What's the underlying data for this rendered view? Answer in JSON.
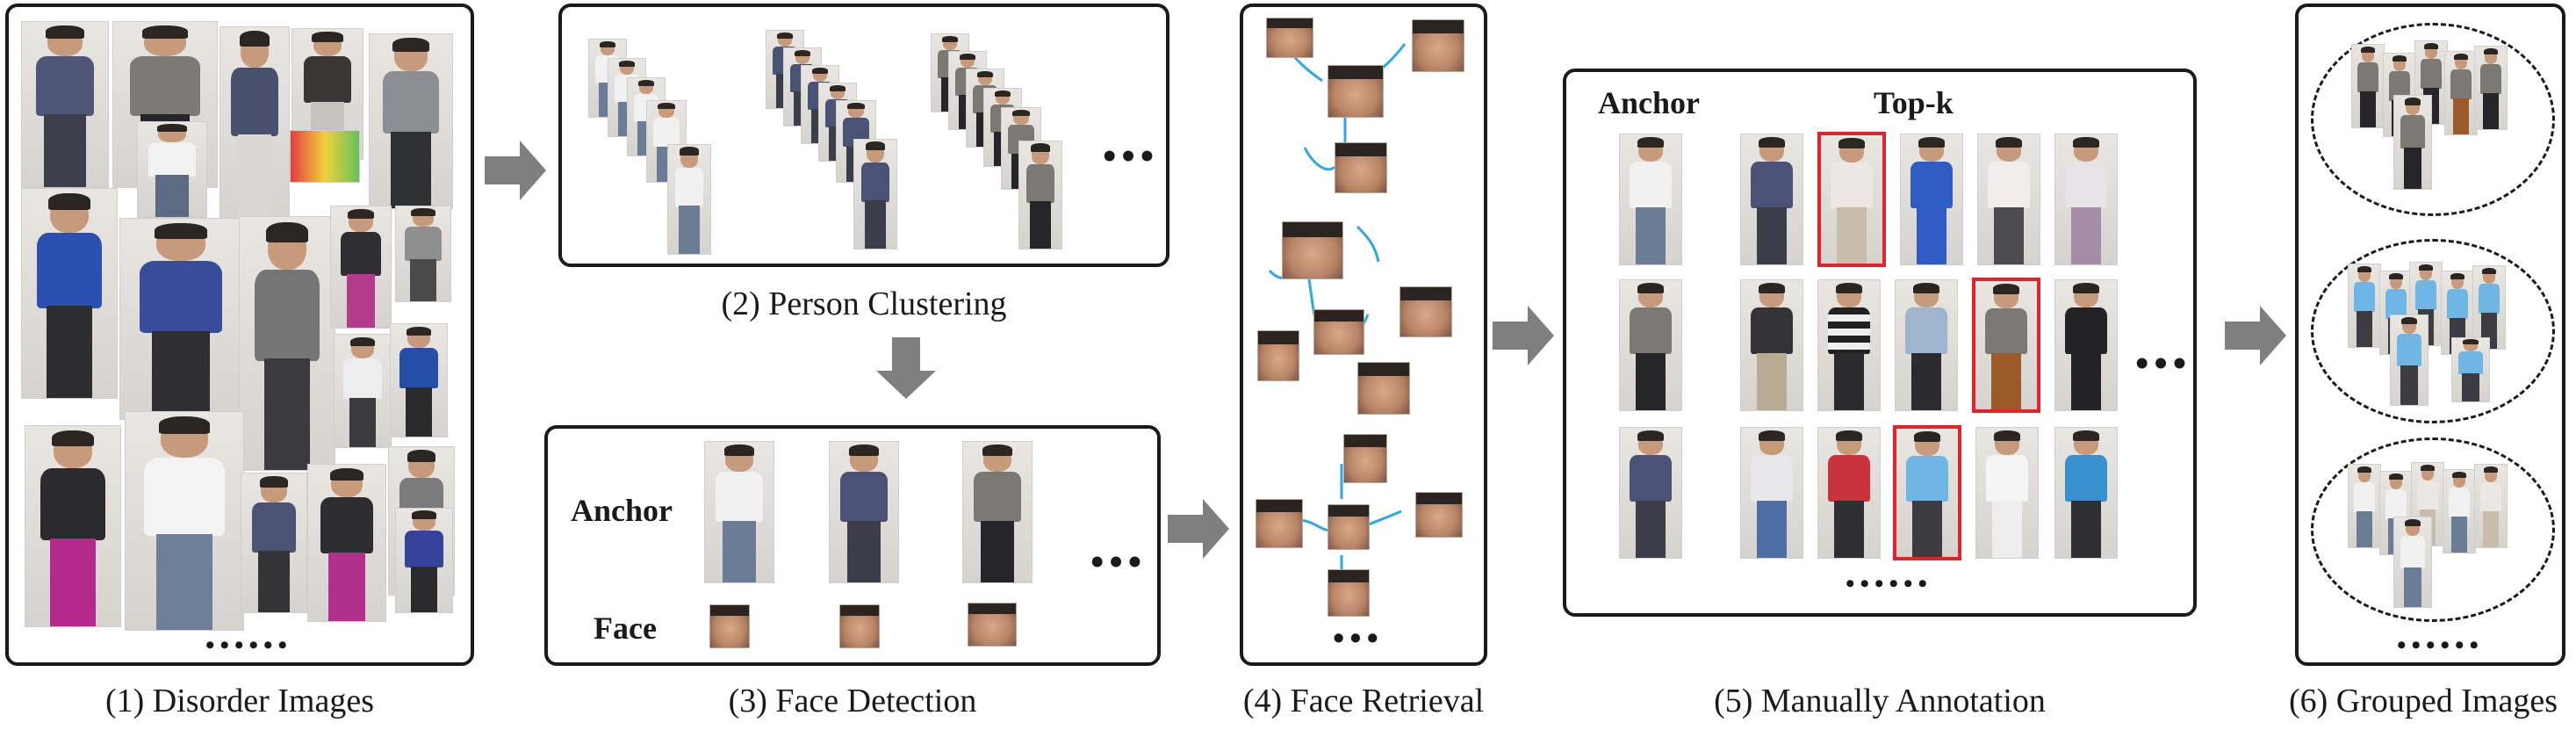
{
  "captions": {
    "disorder": "(1) Disorder Images",
    "clustering": "(2) Person Clustering",
    "detection": "(3) Face Detection",
    "retrieval": "(4) Face Retrieval",
    "annotation": "(5) Manually Annotation",
    "grouped": "(6) Grouped Images"
  },
  "labels": {
    "anchor": "Anchor",
    "face": "Face",
    "anchor_top": "Anchor",
    "topk": "Top-k"
  },
  "ellipsis": {
    "short": "•••",
    "long": "••••••"
  },
  "colors": {
    "frame": "#1a1a1a",
    "arrow": "#7f7f7f",
    "highlight": "#e0242a",
    "link": "#2ea8e0"
  }
}
